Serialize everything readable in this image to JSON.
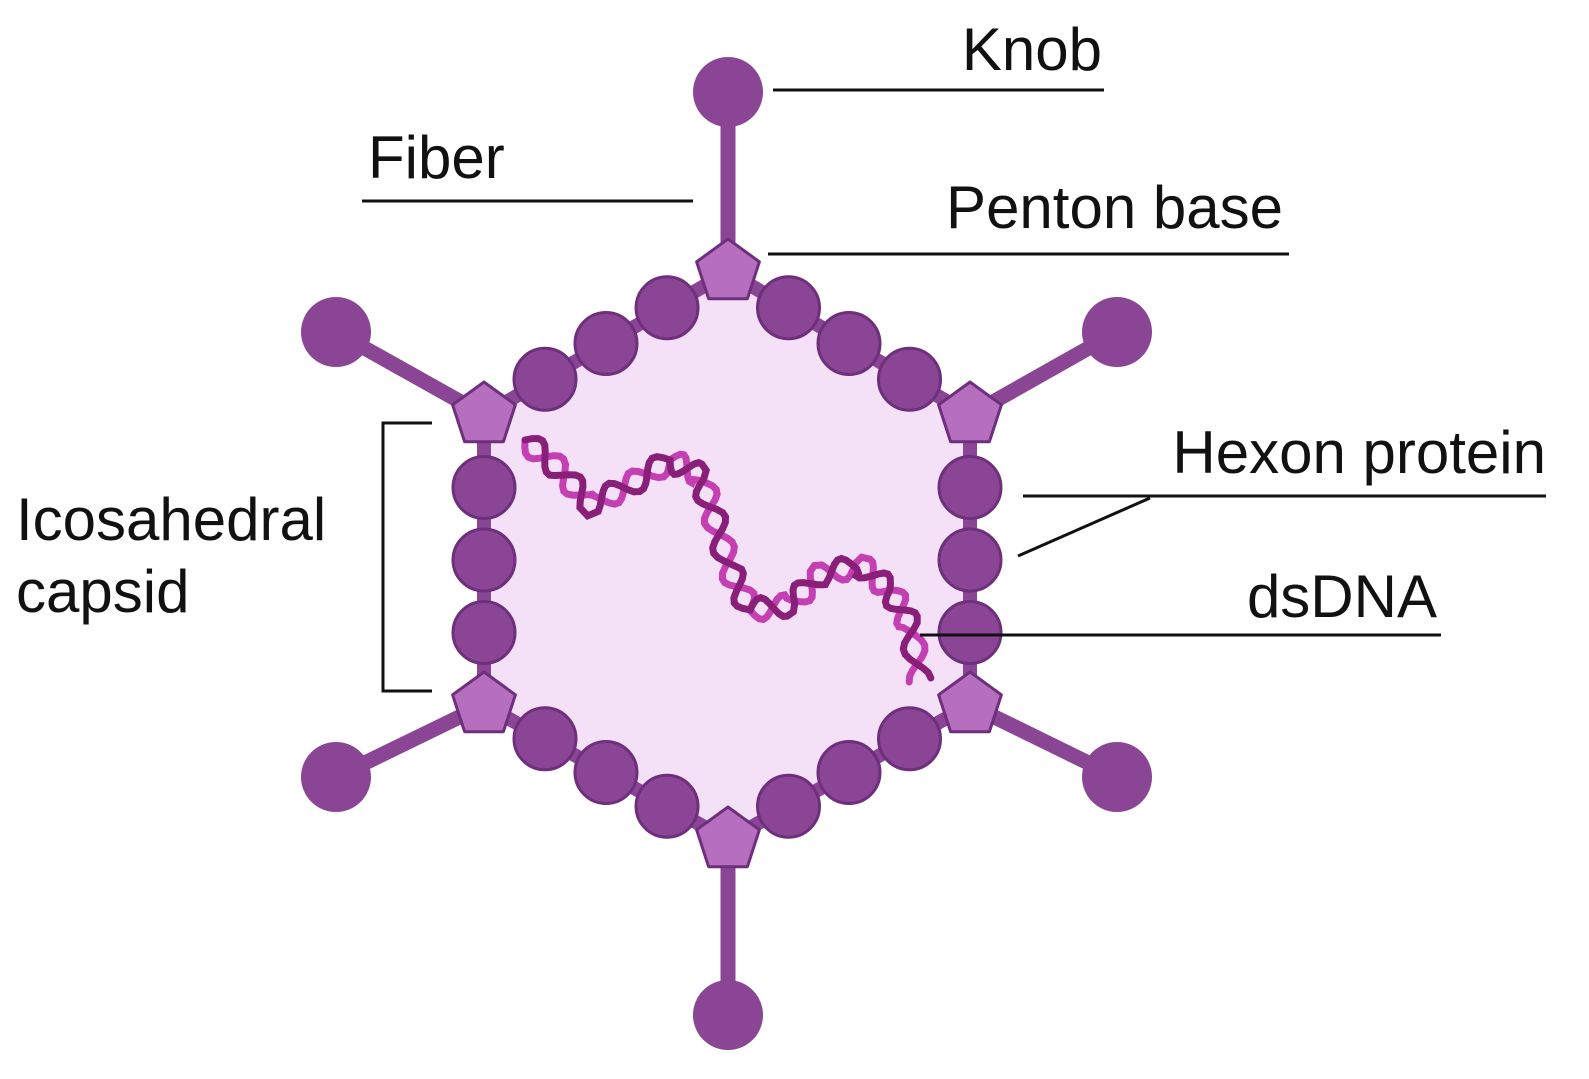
{
  "labels": {
    "knob": "Knob",
    "fiber": "Fiber",
    "penton_base": "Penton base",
    "hexon_protein": "Hexon protein",
    "dsdna": "dsDNA",
    "capsid_line1": "Icosahedral",
    "capsid_line2": "capsid"
  },
  "colors": {
    "capsid_fill": "#f4e1f8",
    "hexon": "#8a4594",
    "hexon_stroke": "#6e2f7c",
    "penton": "#b66fbf",
    "fiber": "#8a4594",
    "dna_strand_a": "#c43fb2",
    "dna_strand_b": "#8a1f7a",
    "leader_line": "#111111"
  },
  "icons": {
    "knob": "circle",
    "penton_base": "pentagon",
    "hexon_protein": "circle"
  }
}
